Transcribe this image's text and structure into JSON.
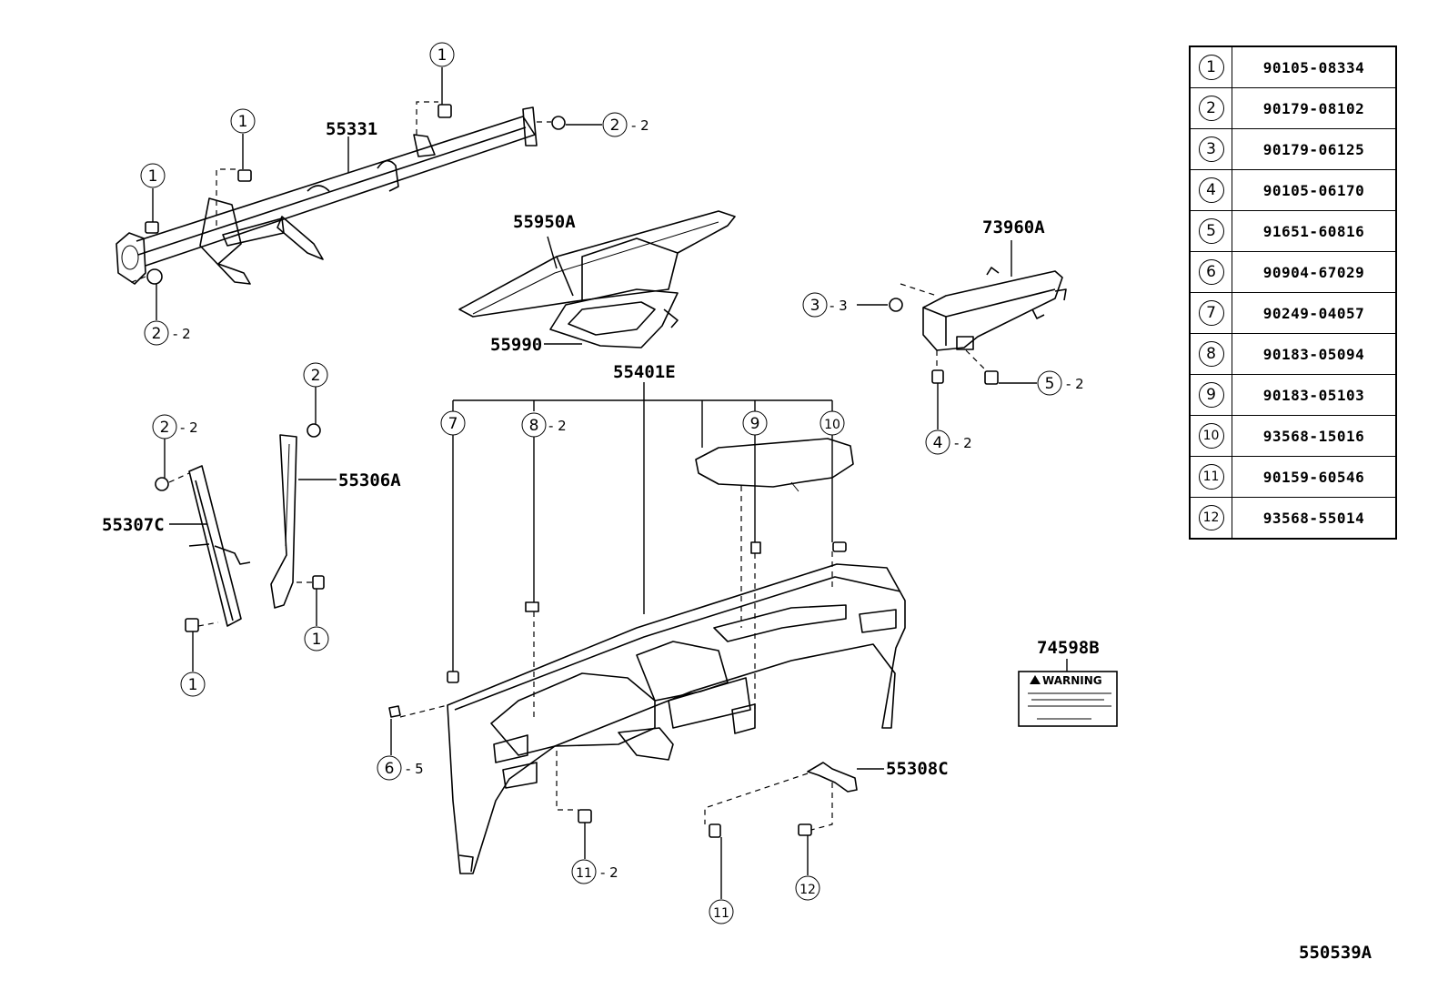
{
  "part_labels": {
    "p55331": "55331",
    "p55950A": "55950A",
    "p55990": "55990",
    "p55401E": "55401E",
    "p73960A": "73960A",
    "p55306A": "55306A",
    "p55307C": "55307C",
    "p74598B": "74598B",
    "p55308C": "55308C"
  },
  "callouts": {
    "c_tl1": "1",
    "c_tl2": "1",
    "c_tl3": "1",
    "c_tl4": "2",
    "c_tl4q": "- 2",
    "c_tr2": "2",
    "c_tr2q": "- 2",
    "c_l1": "2",
    "c_l1q": "- 2",
    "c_l2": "1",
    "c_r1": "2",
    "c_r2": "1",
    "c_7": "7",
    "c_8": "8",
    "c_8q": "- 2",
    "c_9": "9",
    "c_10": "10",
    "c_3": "3",
    "c_3q": "- 3",
    "c_5": "5",
    "c_5q": "- 2",
    "c_4": "4",
    "c_4q": "- 2",
    "c_6": "6",
    "c_6q": "- 5",
    "c_11a": "11",
    "c_11aq": "- 2",
    "c_11b": "11",
    "c_12": "12"
  },
  "warning_label": {
    "title": "WARNING"
  },
  "parts_table": [
    {
      "ref": "1",
      "part_no": "90105-08334"
    },
    {
      "ref": "2",
      "part_no": "90179-08102"
    },
    {
      "ref": "3",
      "part_no": "90179-06125"
    },
    {
      "ref": "4",
      "part_no": "90105-06170"
    },
    {
      "ref": "5",
      "part_no": "91651-60816"
    },
    {
      "ref": "6",
      "part_no": "90904-67029"
    },
    {
      "ref": "7",
      "part_no": "90249-04057"
    },
    {
      "ref": "8",
      "part_no": "90183-05094"
    },
    {
      "ref": "9",
      "part_no": "90183-05103"
    },
    {
      "ref": "10",
      "part_no": "93568-15016"
    },
    {
      "ref": "11",
      "part_no": "90159-60546"
    },
    {
      "ref": "12",
      "part_no": "93568-55014"
    }
  ],
  "diagram_code": "550539A"
}
